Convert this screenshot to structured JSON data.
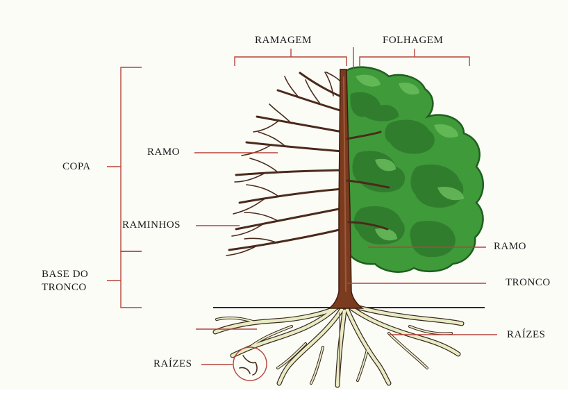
{
  "colors": {
    "leader_line": "#b5433c",
    "trunk": "#7a3b1f",
    "branches": "#4a2a1c",
    "foliage": "#3f9a3a",
    "foliage_light": "#6dbf5e",
    "foliage_dark": "#1f5e1f",
    "roots": "#e9ecc3",
    "root_outline": "#3a2a22",
    "ground_line": "#2a2a2a"
  },
  "labels": {
    "ramagem": "RAMAGEM",
    "folhagem": "FOLHAGEM",
    "copa": "COPA",
    "ramo_left": "RAMO",
    "raminhos": "RAMINHOS",
    "base_line1": "BASE DO",
    "base_line2": "TRONCO",
    "ramo_right": "RAMO",
    "tronco": "TRONCO",
    "raizes_right": "RAÍZES",
    "raizes_left": "RAÍZES"
  }
}
